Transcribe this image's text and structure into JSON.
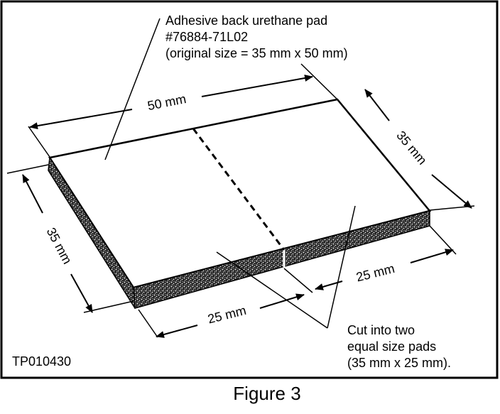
{
  "callouts": {
    "pad_name": {
      "line1": "Adhesive back urethane pad",
      "line2": "#76884-71L02",
      "line3": "(original size = 35 mm x 50 mm)"
    },
    "cut_note": {
      "line1": "Cut into two",
      "line2": "equal size pads",
      "line3": "(35 mm x 25 mm)."
    }
  },
  "dimensions": {
    "top_length": "50 mm",
    "right_depth": "35 mm",
    "left_depth": "35 mm",
    "bottom_left_width": "25 mm",
    "bottom_right_width": "25 mm"
  },
  "figure_id": "TP010430",
  "caption": "Figure 3",
  "colors": {
    "ink": "#000000",
    "paper": "#ffffff"
  }
}
